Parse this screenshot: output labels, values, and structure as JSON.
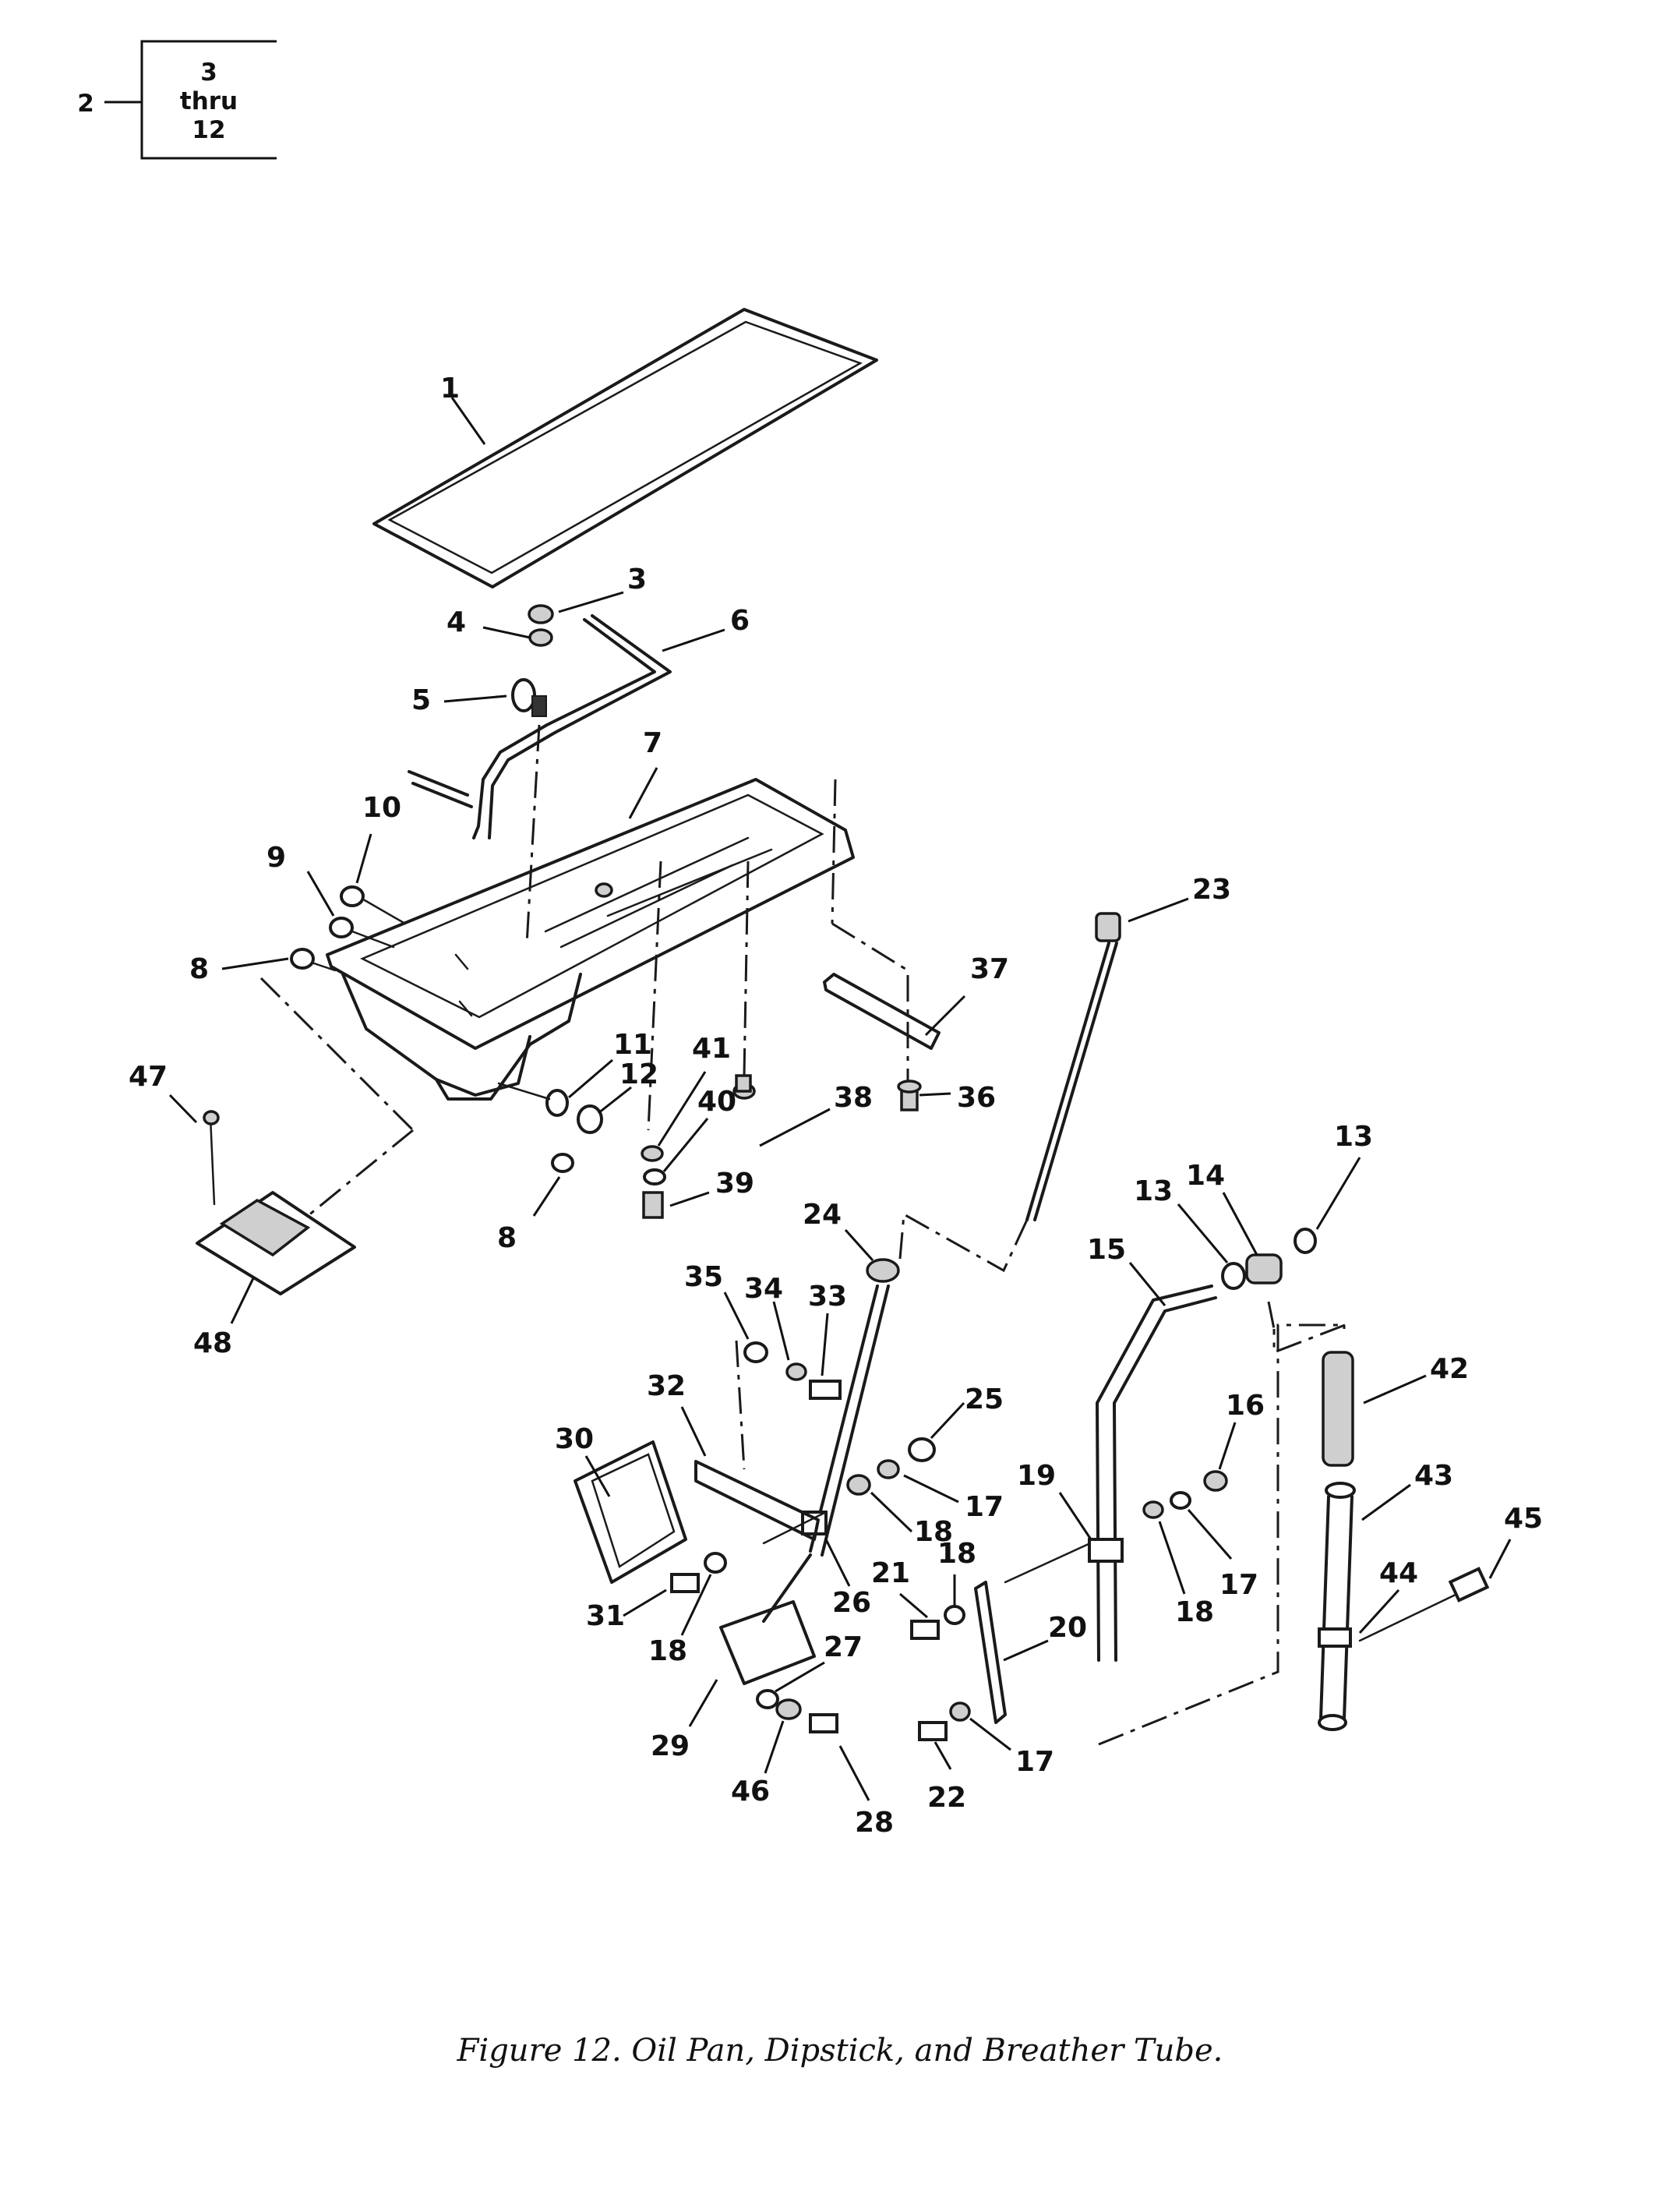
{
  "index_tree": {
    "parent": "2",
    "child_lines": [
      "3",
      "thru",
      "12"
    ]
  },
  "callouts": [
    {
      "label": "1"
    },
    {
      "label": "3"
    },
    {
      "label": "4"
    },
    {
      "label": "5"
    },
    {
      "label": "6"
    },
    {
      "label": "7"
    },
    {
      "label": "10"
    },
    {
      "label": "9"
    },
    {
      "label": "8"
    },
    {
      "label": "8"
    },
    {
      "label": "11"
    },
    {
      "label": "12"
    },
    {
      "label": "41"
    },
    {
      "label": "40"
    },
    {
      "label": "39"
    },
    {
      "label": "38"
    },
    {
      "label": "23"
    },
    {
      "label": "37"
    },
    {
      "label": "36"
    },
    {
      "label": "47"
    },
    {
      "label": "48"
    },
    {
      "label": "24"
    },
    {
      "label": "35"
    },
    {
      "label": "34"
    },
    {
      "label": "33"
    },
    {
      "label": "32"
    },
    {
      "label": "30"
    },
    {
      "label": "25"
    },
    {
      "label": "17"
    },
    {
      "label": "18"
    },
    {
      "label": "31"
    },
    {
      "label": "18"
    },
    {
      "label": "26"
    },
    {
      "label": "21"
    },
    {
      "label": "18"
    },
    {
      "label": "27"
    },
    {
      "label": "29"
    },
    {
      "label": "46"
    },
    {
      "label": "28"
    },
    {
      "label": "22"
    },
    {
      "label": "17"
    },
    {
      "label": "20"
    },
    {
      "label": "19"
    },
    {
      "label": "18"
    },
    {
      "label": "17"
    },
    {
      "label": "16"
    },
    {
      "label": "15"
    },
    {
      "label": "13"
    },
    {
      "label": "14"
    },
    {
      "label": "13"
    },
    {
      "label": "42"
    },
    {
      "label": "43"
    },
    {
      "label": "44"
    },
    {
      "label": "45"
    }
  ],
  "caption": "Figure 12. Oil Pan, Dipstick, and Breather Tube."
}
